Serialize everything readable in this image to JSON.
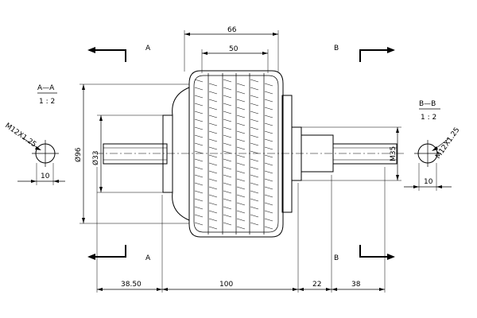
{
  "dimensions": {
    "d66": "66",
    "d50": "50",
    "d96": "Ø96",
    "d33": "Ø33",
    "m35": "M35",
    "d38_50": "38.50",
    "d100": "100",
    "d22": "22",
    "d38": "38",
    "d10_left": "10",
    "d10_right": "10"
  },
  "sections": {
    "a_top": "A",
    "a_bottom": "A",
    "b_top": "B",
    "b_bottom": "B",
    "aa_title": "A—A",
    "aa_scale": "1 : 2",
    "bb_title": "B—B",
    "bb_scale": "1 : 2"
  },
  "threads": {
    "left": "M12X1.25",
    "right": "M12X1.25"
  }
}
